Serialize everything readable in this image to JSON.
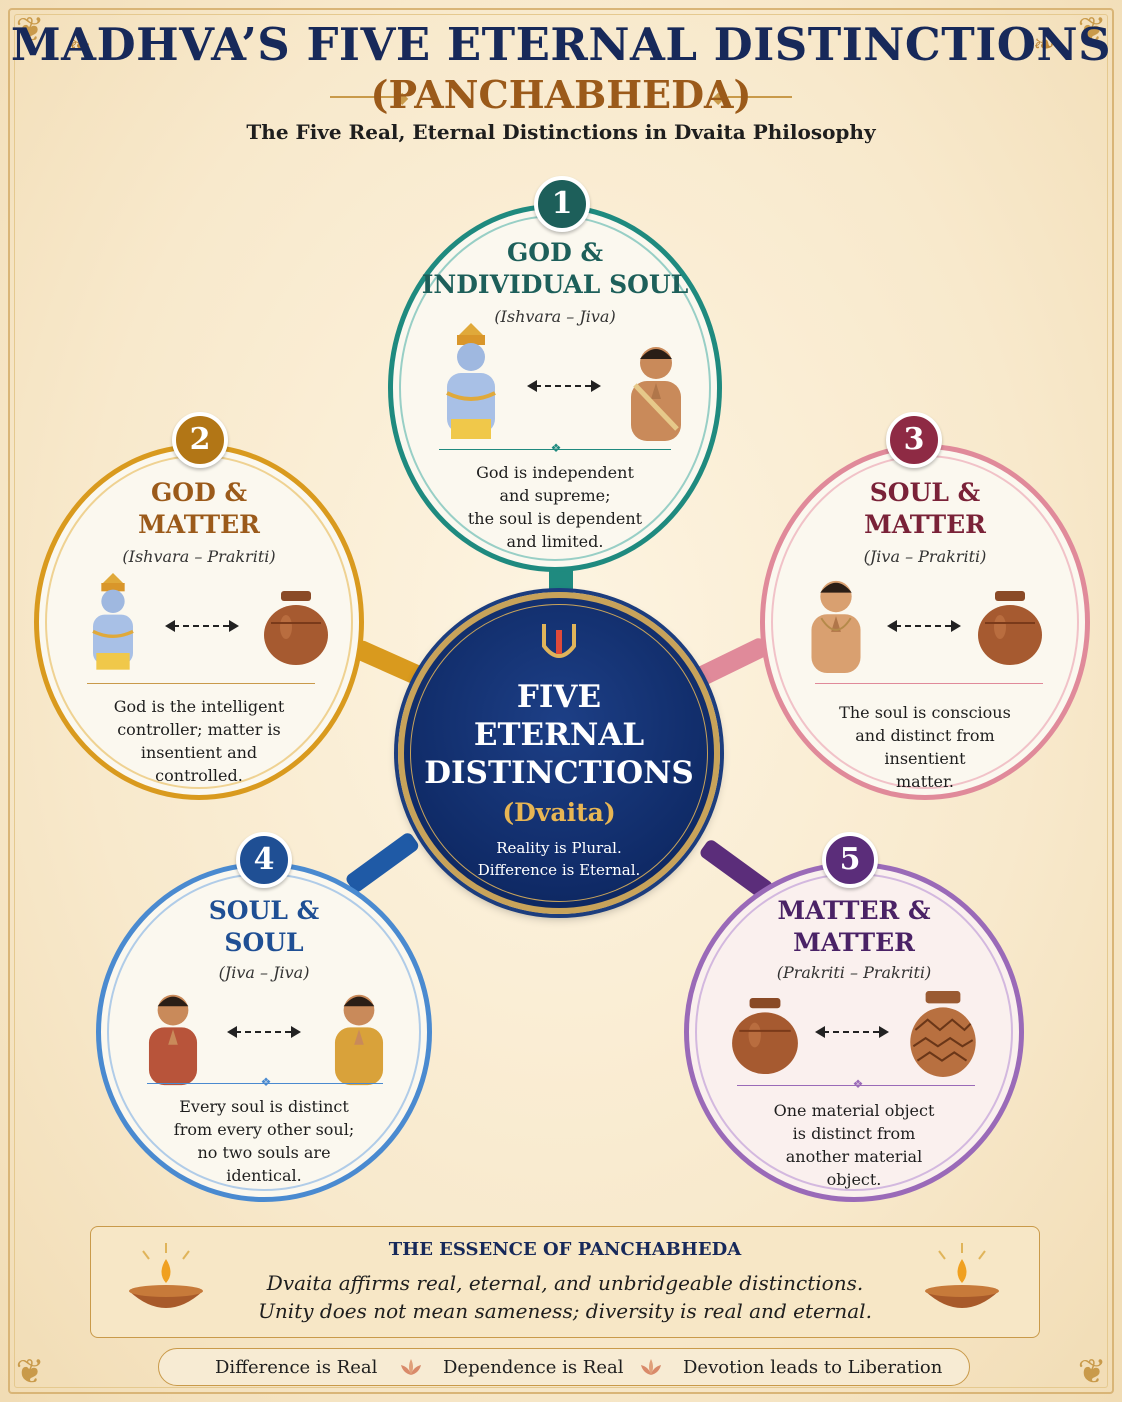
{
  "header": {
    "title": "MADHVA’S FIVE ETERNAL DISTINCTIONS",
    "subtitle": "(PANCHABHEDA)",
    "tagline": "The Five Real, Eternal Distinctions in Dvaita Philosophy"
  },
  "center": {
    "title_line1": "FIVE",
    "title_line2": "ETERNAL",
    "title_line3": "DISTINCTIONS",
    "school": "(Dvaita)",
    "tagline_line1": "Reality is Plural.",
    "tagline_line2": "Difference is Eternal."
  },
  "distinctions": [
    {
      "number": "1",
      "head_line1": "GOD &",
      "head_line2": "INDIVIDUAL SOUL",
      "sanskrit": "(Ishvara – Jiva)",
      "desc_line1": "God is independent",
      "desc_line2": "and supreme;",
      "desc_line3": "the soul is dependent",
      "desc_line4": "and limited.",
      "color": "#1f8a7f",
      "left_icon": "vishnu-figure-icon",
      "right_icon": "devotee-figure-icon"
    },
    {
      "number": "2",
      "head_line1": "GOD &",
      "head_line2": "MATTER",
      "sanskrit": "(Ishvara – Prakriti)",
      "desc_line1": "God is the intelligent",
      "desc_line2": "controller; matter is",
      "desc_line3": "insentient and",
      "desc_line4": "controlled.",
      "color": "#d99a1e",
      "left_icon": "vishnu-figure-icon",
      "right_icon": "clay-pot-icon"
    },
    {
      "number": "3",
      "head_line1": "SOUL &",
      "head_line2": "MATTER",
      "sanskrit": "(Jiva – Prakriti)",
      "desc_line1": "The soul is conscious",
      "desc_line2": "and distinct from",
      "desc_line3": "insentient",
      "desc_line4": "matter.",
      "color": "#9b2e4a",
      "left_icon": "devotee-figure-icon",
      "right_icon": "clay-pot-icon"
    },
    {
      "number": "4",
      "head_line1": "SOUL &",
      "head_line2": "SOUL",
      "sanskrit": "(Jiva – Jiva)",
      "desc_line1": "Every soul is distinct",
      "desc_line2": "from every other soul;",
      "desc_line3": "no two souls are",
      "desc_line4": "identical.",
      "color": "#1f5aa6",
      "left_icon": "devotee-figure-icon",
      "right_icon": "devotee-figure-icon"
    },
    {
      "number": "5",
      "head_line1": "MATTER &",
      "head_line2": "MATTER",
      "sanskrit": "(Prakriti – Prakriti)",
      "desc_line1": "One material object",
      "desc_line2": "is distinct from",
      "desc_line3": "another material",
      "desc_line4": "object.",
      "color": "#5b2d7a",
      "left_icon": "clay-pot-icon",
      "right_icon": "patterned-pot-icon"
    }
  ],
  "essence": {
    "title": "THE ESSENCE OF PANCHABHEDA",
    "line1": "Dvaita affirms real, eternal, and unbridgeable distinctions.",
    "line2": "Unity does not mean sameness; diversity is real and eternal."
  },
  "principles": [
    "Difference is Real",
    "Dependence is Real",
    "Devotion leads to Liberation"
  ],
  "colors": {
    "navy": "#17295a",
    "gold": "#c99a4a",
    "title_brown": "#9b5a1a"
  }
}
